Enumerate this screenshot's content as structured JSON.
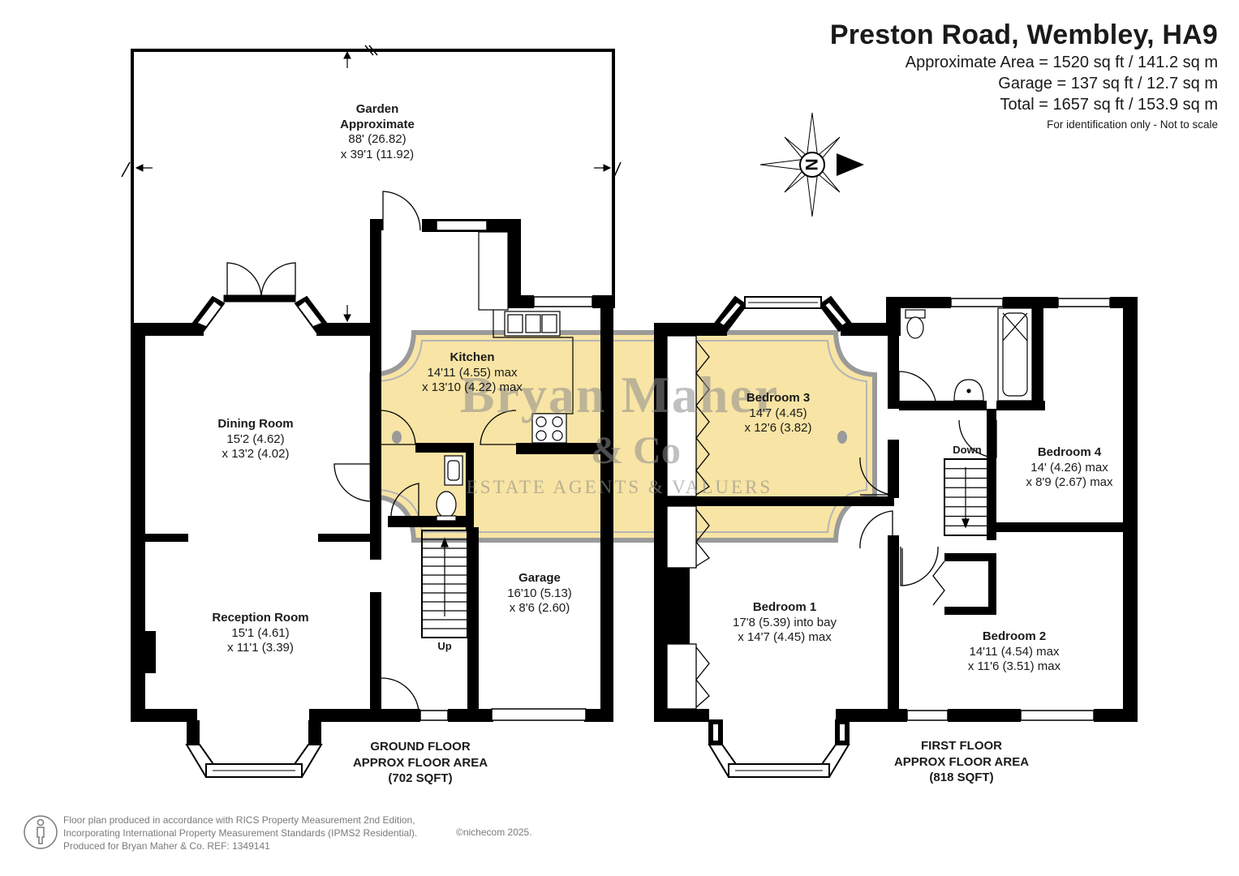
{
  "header": {
    "title": "Preston Road, Wembley, HA9",
    "area_lines": [
      "Approximate Area = 1520 sq ft / 141.2 sq m",
      "Garage = 137 sq ft / 12.7 sq m",
      "Total = 1657 sq ft / 153.9 sq m"
    ],
    "note": "For identification only - Not to scale"
  },
  "compass": {
    "letter": "N",
    "icon": "compass-rose-icon"
  },
  "watermark": {
    "name": "Bryan Maher",
    "co": "& Co",
    "tagline": "ESTATE AGENTS & VALUERS",
    "fill_color": "#f8e4a4",
    "border_color": "#9a9a9a"
  },
  "colors": {
    "wall": "#000000",
    "fixture": "#555555"
  },
  "rooms": {
    "garden": {
      "name": "Garden",
      "lines": [
        "Approximate",
        "88' (26.82)",
        "x 39'1 (11.92)"
      ]
    },
    "kitchen": {
      "name": "Kitchen",
      "lines": [
        "14'11 (4.55) max",
        "x 13'10 (4.22) max"
      ]
    },
    "dining": {
      "name": "Dining Room",
      "lines": [
        "15'2 (4.62)",
        "x 13'2 (4.02)"
      ]
    },
    "reception": {
      "name": "Reception Room",
      "lines": [
        "15'1 (4.61)",
        "x 11'1 (3.39)"
      ]
    },
    "garage": {
      "name": "Garage",
      "lines": [
        "16'10 (5.13)",
        "x 8'6 (2.60)"
      ]
    },
    "bedroom3": {
      "name": "Bedroom 3",
      "lines": [
        "14'7 (4.45)",
        "x 12'6 (3.82)"
      ]
    },
    "bedroom4": {
      "name": "Bedroom 4",
      "lines": [
        "14' (4.26) max",
        "x 8'9 (2.67) max"
      ]
    },
    "bedroom1": {
      "name": "Bedroom 1",
      "lines": [
        "17'8 (5.39) into bay",
        "x 14'7 (4.45) max"
      ]
    },
    "bedroom2": {
      "name": "Bedroom 2",
      "lines": [
        "14'11 (4.54) max",
        "x 11'6 (3.51) max"
      ]
    }
  },
  "stairs": {
    "up": "Up",
    "down": "Down"
  },
  "floors": {
    "ground": [
      "GROUND FLOOR",
      "APPROX FLOOR AREA",
      "(702 SQFT)"
    ],
    "first": [
      "FIRST FLOOR",
      "APPROX FLOOR AREA",
      "(818 SQFT)"
    ]
  },
  "footer": {
    "lines": [
      "Floor plan produced in accordance with RICS Property Measurement 2nd Edition,",
      "Incorporating International Property Measurement Standards (IPMS2 Residential).",
      "Produced for Bryan Maher & Co.   REF: 1349141"
    ],
    "copyright": "©nichecom 2025."
  }
}
